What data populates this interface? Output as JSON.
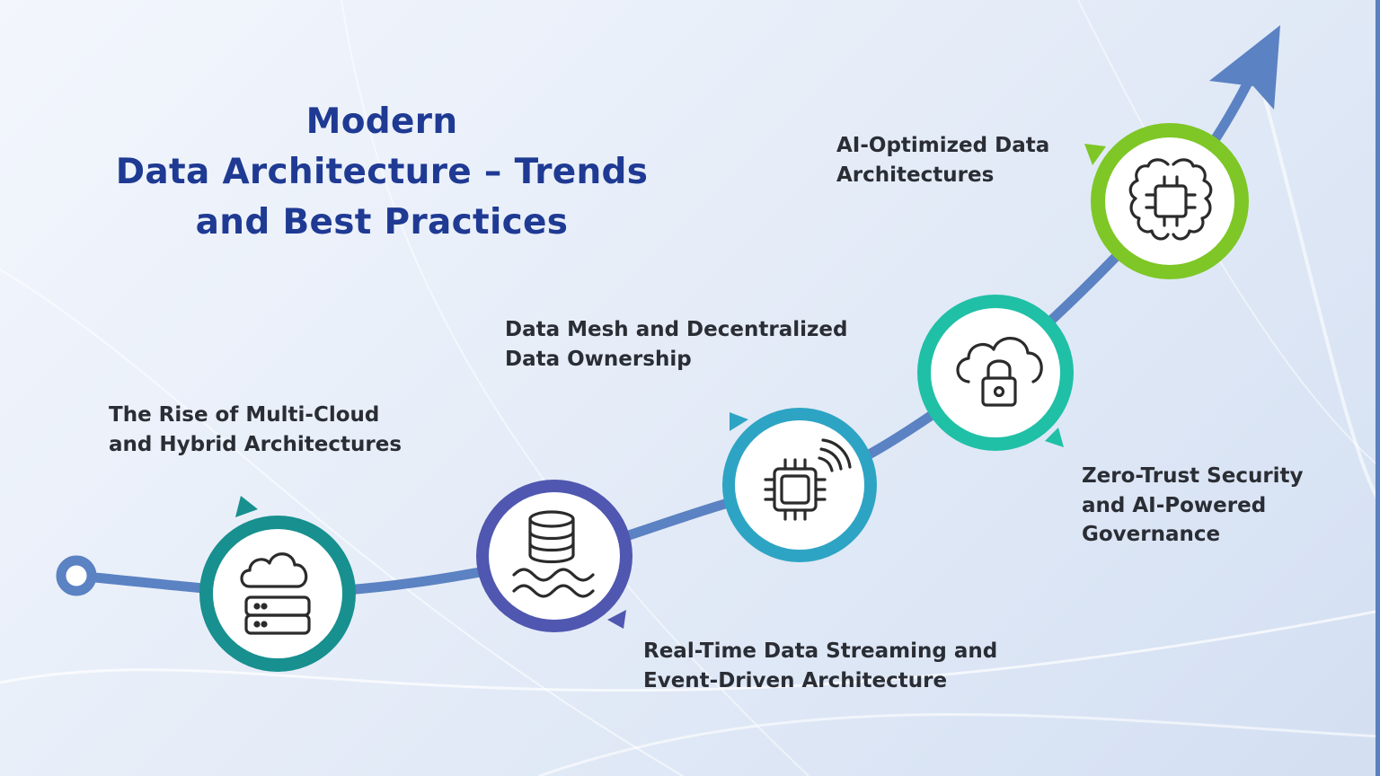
{
  "title": {
    "line1": "Modern",
    "line2": "Data Architecture – Trends",
    "line3": "and Best Practices",
    "color": "#1f3a93"
  },
  "steps": [
    {
      "line1": "The Rise of Multi-Cloud",
      "line2": "and Hybrid Architectures",
      "icon": "cloud-server-icon",
      "color": "#17908f"
    },
    {
      "line1": "Real-Time Data Streaming and",
      "line2": "Event-Driven Architecture",
      "icon": "data-lake-icon",
      "color": "#4f57b0"
    },
    {
      "line1": "Data Mesh and Decentralized",
      "line2": "Data Ownership",
      "icon": "chip-signal-icon",
      "color": "#2ea4c4"
    },
    {
      "line1": "Zero-Trust Security",
      "line2": "and AI-Powered",
      "line3": "Governance",
      "icon": "cloud-lock-icon",
      "color": "#1fc0a6"
    },
    {
      "line1": "AI-Optimized Data",
      "line2": "Architectures",
      "icon": "ai-brain-chip-icon",
      "color": "#7ec726"
    }
  ],
  "colors": {
    "arrow": "#5b82c2",
    "text": "#2a2d34"
  }
}
